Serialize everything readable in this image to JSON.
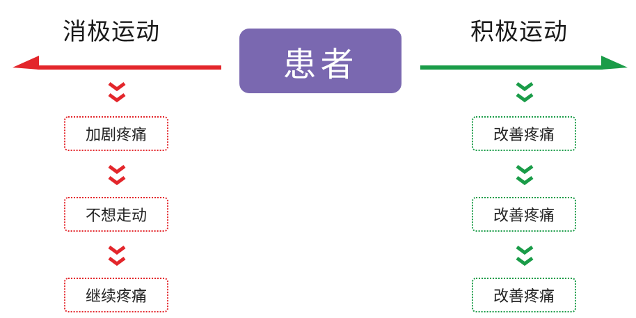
{
  "colors": {
    "negative": "#e3262b",
    "positive": "#1a9c48",
    "center_box": "#7a68b0",
    "center_text": "#ffffff"
  },
  "center": {
    "label": "患者"
  },
  "negative": {
    "heading": "消极运动",
    "steps": [
      "加剧疼痛",
      "不想走动",
      "继续疼痛"
    ]
  },
  "positive": {
    "heading": "积极运动",
    "steps": [
      "改善疼痛",
      "改善疼痛",
      "改善疼痛"
    ]
  }
}
